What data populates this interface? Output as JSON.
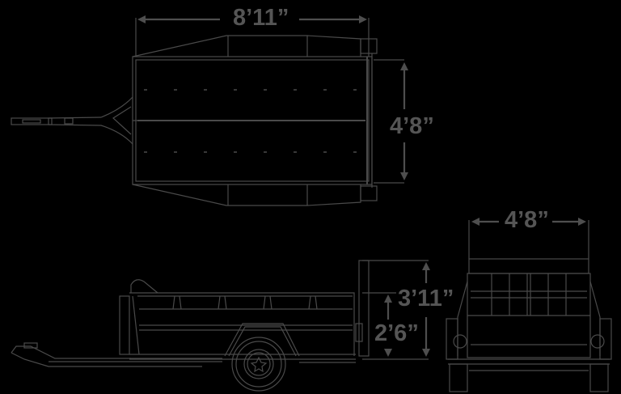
{
  "diagram": {
    "subject": "Utility trailer technical drawing",
    "background": "#000000",
    "line_color": "#4a4a4a",
    "label_color": "#555555",
    "views": [
      {
        "name": "top-view",
        "dimensions": {
          "length": "8’11”",
          "width": "4’8”"
        }
      },
      {
        "name": "side-view",
        "dimensions": {
          "overall_height": "3’11”",
          "deck_height": "2’6”"
        }
      },
      {
        "name": "rear-view",
        "dimensions": {
          "width": "4’8”"
        }
      }
    ]
  },
  "labels": {
    "top_length": "8’11”",
    "top_width": "4’8”",
    "side_height": "3’11”",
    "side_deck_height": "2’6”",
    "rear_width": "4’8”"
  }
}
